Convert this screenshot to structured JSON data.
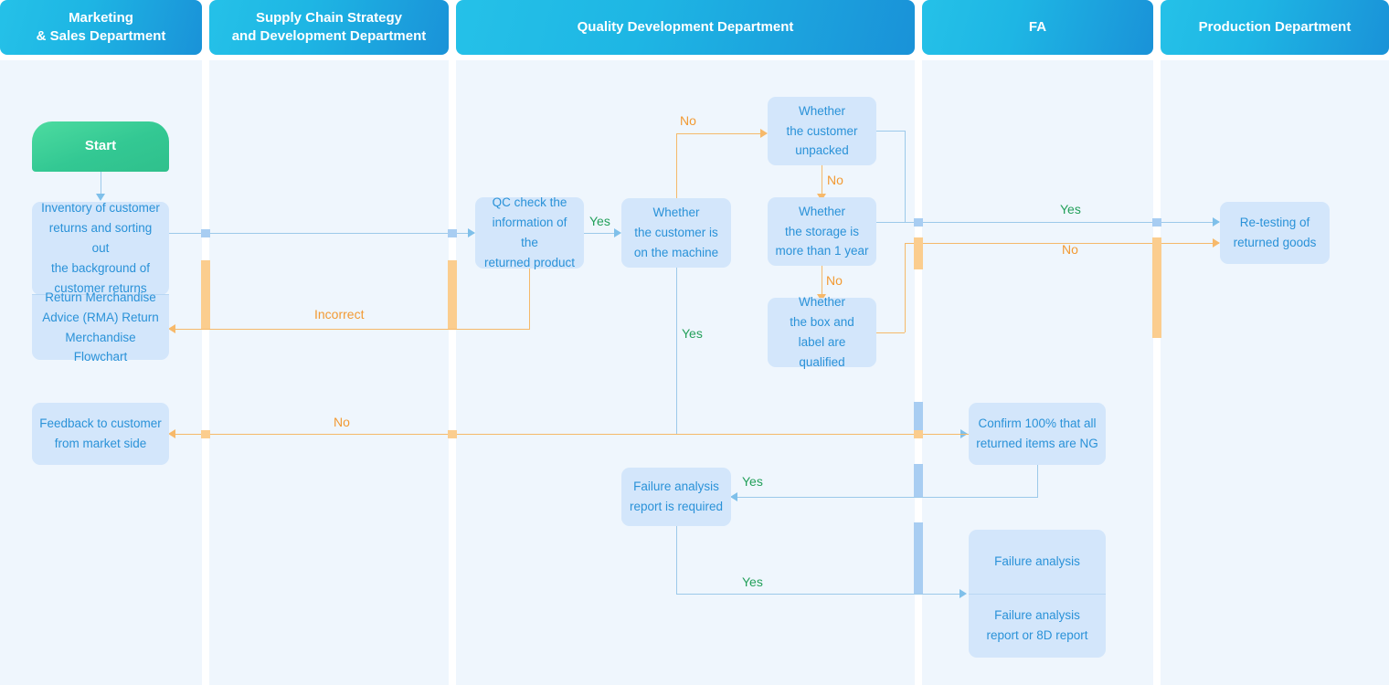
{
  "diagram": {
    "title": "Return Merchandise Advice (RMA) Return Merchandise Flowchart",
    "colors": {
      "lane_header_start": "#25c1e8",
      "lane_header_end": "#1a92d8",
      "lane_body": "#eff6fd",
      "node_fill": "#d3e6fb",
      "node_text": "#2a92d8",
      "start_fill": "#33c893",
      "yes_label": "#23a05a",
      "no_label": "#f29a33",
      "flow_blue": "#9cc9ea",
      "flow_orange": "#f5b96a"
    }
  },
  "lanes": [
    {
      "id": "marketing",
      "title": "Marketing\n& Sales Department"
    },
    {
      "id": "supply",
      "title": "Supply Chain Strategy\nand Development Department"
    },
    {
      "id": "quality",
      "title": "Quality Development Department"
    },
    {
      "id": "fa",
      "title": "FA"
    },
    {
      "id": "production",
      "title": "Production Department"
    }
  ],
  "lane_titles": {
    "marketing_l1": "Marketing",
    "marketing_l2": "& Sales Department",
    "supply_l1": "Supply Chain Strategy",
    "supply_l2": "and Development Department",
    "quality": "Quality Development Department",
    "fa": "FA",
    "production": "Production Department"
  },
  "nodes": {
    "start": {
      "label": "Start",
      "lane": "marketing",
      "type": "terminator"
    },
    "inventory": {
      "line1": "Inventory of customer",
      "line2": "returns and sorting out",
      "line3": "the background of",
      "line4": "customer returns",
      "lane": "marketing",
      "type": "process"
    },
    "rma": {
      "line1": "Return Merchandise",
      "line2": "Advice (RMA) Return",
      "line3": "Merchandise Flowchart",
      "lane": "marketing",
      "type": "document"
    },
    "feedback": {
      "line1": "Feedback to customer",
      "line2": "from market side",
      "lane": "marketing",
      "type": "process"
    },
    "qc_check": {
      "line1": "QC check the",
      "line2": "information of the",
      "line3": "returned product",
      "lane": "quality",
      "type": "process"
    },
    "on_machine": {
      "line1": "Whether",
      "line2": "the customer is",
      "line3": "on the machine",
      "lane": "quality",
      "type": "decision"
    },
    "unpacked": {
      "line1": "Whether",
      "line2": "the customer",
      "line3": "unpacked",
      "lane": "quality",
      "type": "decision"
    },
    "storage": {
      "line1": "Whether",
      "line2": "the storage is",
      "line3": "more than 1 year",
      "lane": "quality",
      "type": "decision"
    },
    "box_label": {
      "line1": "Whether",
      "line2": "the box and",
      "line3": "label are qualified",
      "lane": "quality",
      "type": "decision"
    },
    "fa_required": {
      "line1": "Failure analysis",
      "line2": "report is required",
      "lane": "quality",
      "type": "decision"
    },
    "confirm_ng": {
      "line1": "Confirm 100% that all",
      "line2": "returned items are NG",
      "lane": "fa",
      "type": "process"
    },
    "failure_analysis": {
      "label": "Failure analysis",
      "lane": "fa",
      "type": "process"
    },
    "fa_report": {
      "line1": "Failure analysis",
      "line2": "report or 8D report",
      "lane": "fa",
      "type": "document"
    },
    "retesting": {
      "line1": "Re-testing of",
      "line2": "returned goods",
      "lane": "production",
      "type": "process"
    }
  },
  "edge_labels": {
    "qc_yes": "Yes",
    "machine_no": "No",
    "machine_yes": "Yes",
    "unpacked_no": "No",
    "storage_no": "No",
    "incorrect": "Incorrect",
    "retest_yes": "Yes",
    "retest_no": "No",
    "confirm_no": "No",
    "fa_required_yes": "Yes",
    "fa_report_yes": "Yes"
  }
}
